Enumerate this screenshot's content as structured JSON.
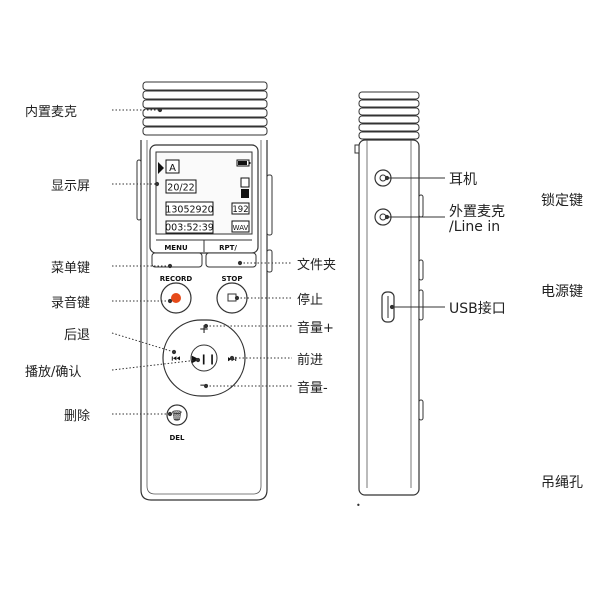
{
  "left_labels": {
    "mic": "内置麦克",
    "screen": "显示屏",
    "menu_key": "菜单键",
    "record_key": "录音键",
    "back": "后退",
    "play_ok": "播放/确认",
    "delete": "删除"
  },
  "middle_labels": {
    "folder": "文件夹",
    "stop": "停止",
    "vol_up": "音量+",
    "forward": "前进",
    "vol_down": "音量-"
  },
  "side_labels": {
    "earphone": "耳机",
    "ext_mic": "外置麦克",
    "line_in": "/Line in",
    "usb": "USB接口"
  },
  "right_labels": {
    "lock": "锁定键",
    "power": "电源键",
    "lanyard": "吊绳孔"
  },
  "device": {
    "menu": "MENU",
    "rpt": "RPT/",
    "record": "RECORD",
    "stop": "STOP",
    "del": "DEL"
  },
  "lcd": {
    "mode": "A",
    "file_count": "20/22",
    "date": "13052920",
    "time": "003:52:39",
    "bitrate": "192",
    "format": "WAV"
  }
}
